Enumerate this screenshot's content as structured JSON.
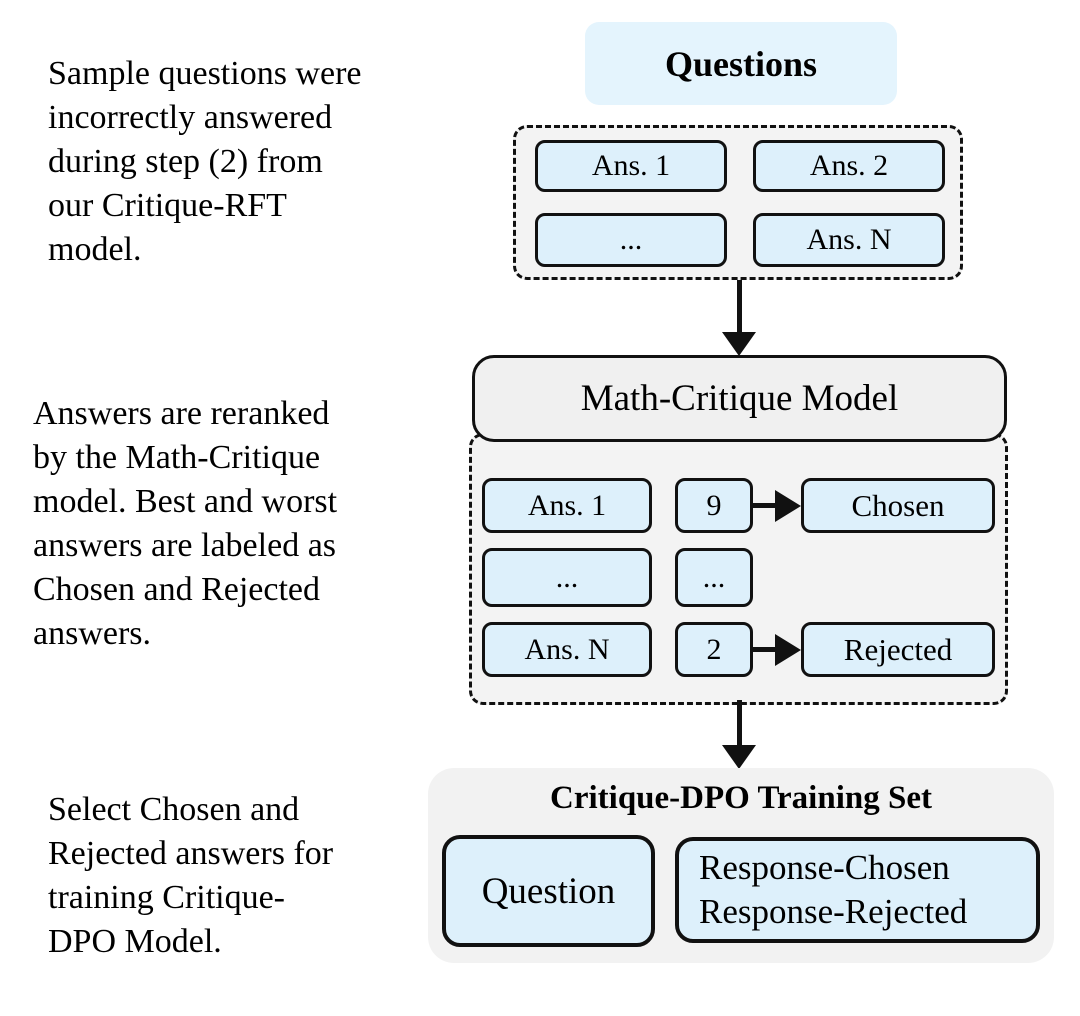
{
  "colors": {
    "banner_blue": "#e4f4fd",
    "box_blue": "#ddf0fb",
    "container_gray": "#f3f3f3",
    "model_gray": "#f0f0f0",
    "train_gray": "#f2f2f2",
    "border_black": "#111111"
  },
  "left_notes": [
    "Sample questions were\nincorrectly answered\nduring step (2) from\nour Critique-RFT\nmodel.",
    "Answers are reranked\nby the Math-Critique\nmodel. Best and worst\nanswers are labeled as\nChosen and Rejected\nanswers.",
    "Select Chosen and\nRejected answers for\ntraining Critique-\nDPO Model."
  ],
  "flow": {
    "questions_label": "Questions",
    "answer_grid": [
      "Ans. 1",
      "Ans. 2",
      "...",
      "Ans. N"
    ],
    "model_label": "Math-Critique Model",
    "rerank_rows": [
      {
        "answer": "Ans. 1",
        "score": "9",
        "label": "Chosen"
      },
      {
        "answer": "...",
        "score": "...",
        "label": ""
      },
      {
        "answer": "Ans. N",
        "score": "2",
        "label": "Rejected"
      }
    ],
    "training": {
      "title": "Critique-DPO Training Set",
      "question_label": "Question",
      "responses": "Response-Chosen\nResponse-Rejected"
    }
  }
}
